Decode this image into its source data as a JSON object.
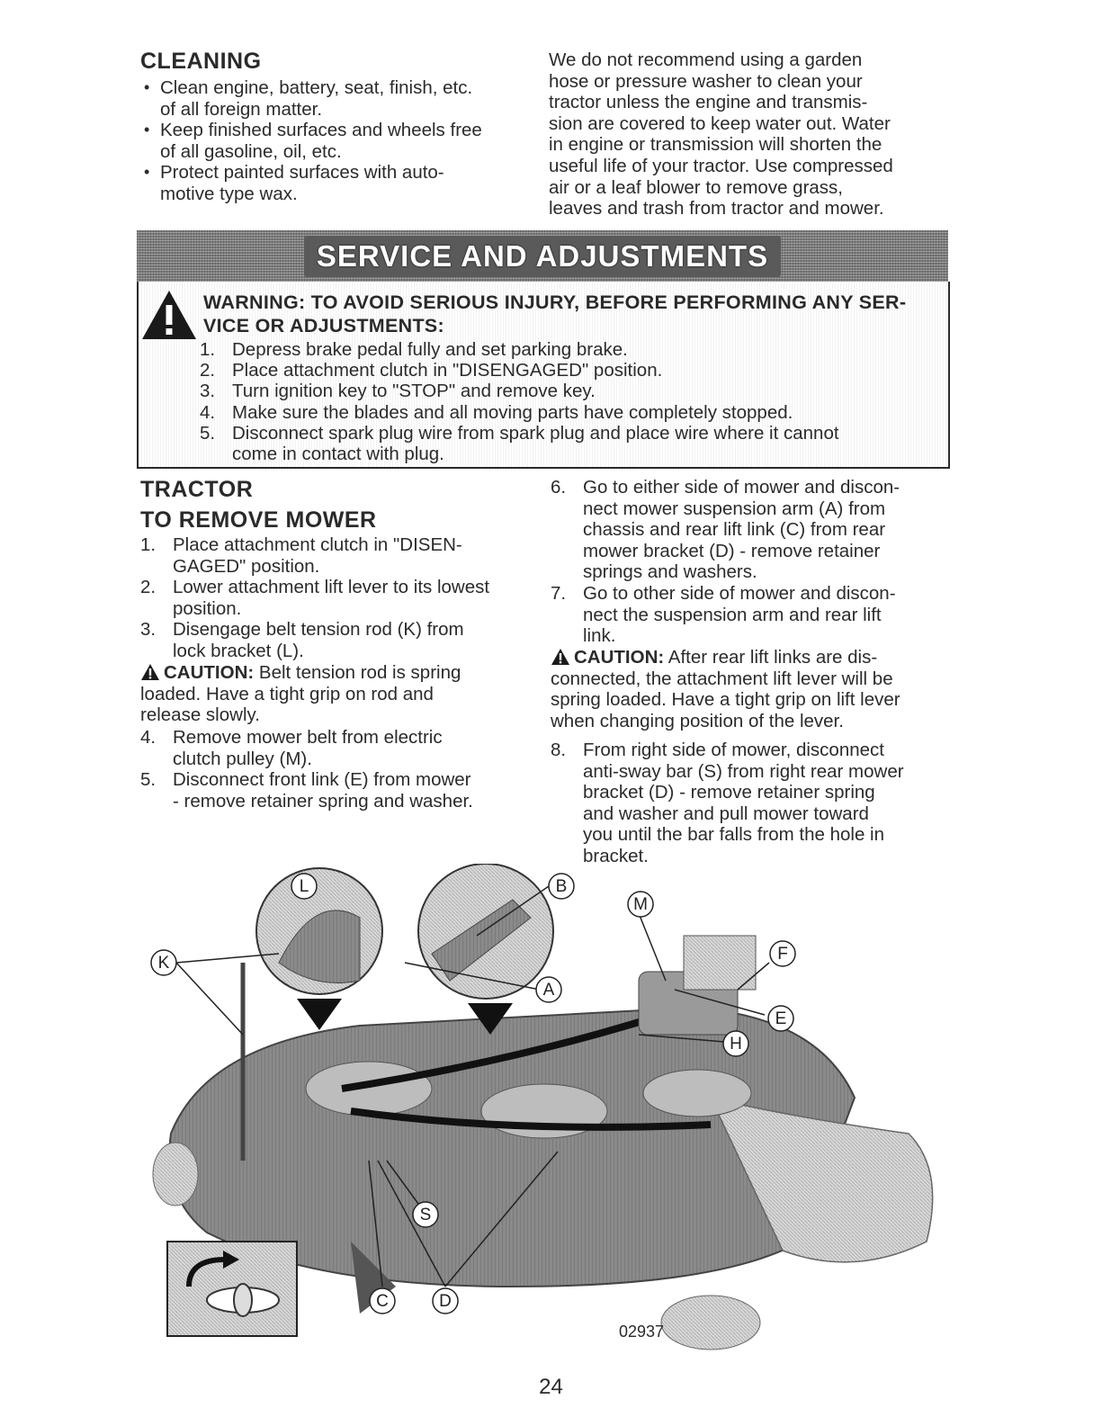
{
  "cleaning": {
    "heading": "CLEANING",
    "bullets": [
      "Clean engine, battery, seat, finish, etc. of all foreign matter.",
      "Keep finished surfaces and wheels free of all gasoline, oil, etc.",
      "Protect painted surfaces with auto- motive type wax."
    ],
    "bullet_lines": [
      [
        "Clean engine, battery, seat, finish, etc.",
        "of all foreign matter."
      ],
      [
        "Keep finished surfaces and wheels free",
        "of all gasoline, oil, etc."
      ],
      [
        "Protect painted surfaces with auto-",
        "motive type wax."
      ]
    ],
    "paragraph_lines": [
      "We do not recommend using a garden",
      "hose or pressure washer to clean your",
      "tractor unless the engine and transmis-",
      "sion are covered to keep water out. Water",
      "in engine or transmission will shorten the",
      "useful life of your tractor.  Use compressed",
      "air or a leaf blower to remove grass,",
      "leaves and trash from tractor and mower."
    ]
  },
  "banner": {
    "title": "SERVICE AND ADJUSTMENTS"
  },
  "warning": {
    "title_line1": "WARNING:  TO AVOID SERIOUS INJURY, BEFORE PERFORMING ANY SER-",
    "title_line2": "VICE OR ADJUSTMENTS:",
    "icon": "warning-triangle-icon",
    "steps": [
      {
        "num": "1.",
        "lines": [
          "Depress brake pedal fully and set parking brake."
        ]
      },
      {
        "num": "2.",
        "lines": [
          "Place attachment clutch  in \"DISENGAGED\" position."
        ]
      },
      {
        "num": "3.",
        "lines": [
          "Turn ignition key to \"STOP\" and remove key."
        ]
      },
      {
        "num": "4.",
        "lines": [
          "Make sure the blades and all moving parts have completely stopped."
        ]
      },
      {
        "num": "5.",
        "lines": [
          "Disconnect spark plug wire from spark plug and place wire where it cannot",
          "come in contact with plug."
        ]
      }
    ]
  },
  "tractor": {
    "heading": "TRACTOR",
    "subheading": "TO REMOVE MOWER",
    "steps": [
      {
        "num": "1.",
        "lines": [
          "Place attachment clutch in \"DISEN-",
          "GAGED\" position."
        ]
      },
      {
        "num": "2.",
        "lines": [
          "Lower attachment lift lever to its lowest",
          "position."
        ]
      },
      {
        "num": "3.",
        "lines": [
          "Disengage belt tension rod (K) from",
          "lock bracket (L)."
        ]
      }
    ],
    "caution1": {
      "label": "CAUTION:",
      "lines": [
        " Belt tension rod is spring",
        "loaded. Have a tight grip on rod and",
        "release slowly."
      ]
    },
    "steps_b": [
      {
        "num": "4.",
        "lines": [
          "Remove mower belt from electric",
          "clutch pulley (M)."
        ]
      },
      {
        "num": "5.",
        "lines": [
          "Disconnect front link (E) from mower",
          "- remove retainer spring and washer."
        ]
      }
    ],
    "steps_right": [
      {
        "num": "6.",
        "lines": [
          "Go to either side of mower and discon-",
          "nect mower suspension arm (A) from",
          "chassis and rear lift link (C) from rear",
          "mower bracket (D) - remove retainer",
          "springs and washers."
        ]
      },
      {
        "num": "7.",
        "lines": [
          "Go to other side of mower and discon-",
          "nect the suspension arm and rear lift",
          "link."
        ]
      }
    ],
    "caution2": {
      "label": "CAUTION:",
      "lines": [
        " After rear lift links are dis-",
        "connected, the attachment lift lever will be",
        "spring loaded. Have a tight grip on lift lever",
        "when changing position of the lever."
      ]
    },
    "steps_right_b": [
      {
        "num": "8.",
        "lines": [
          "From right side of mower, disconnect",
          "anti-sway bar (S) from right rear mower",
          "bracket (D) - remove retainer spring",
          "and washer and pull mower toward",
          "you until the bar falls from the hole in",
          "bracket."
        ]
      }
    ]
  },
  "diagram": {
    "callouts": [
      "L",
      "K",
      "B",
      "M",
      "A",
      "F",
      "E",
      "H",
      "S",
      "C",
      "D"
    ],
    "figure_id": "02937"
  },
  "page_number": "24"
}
